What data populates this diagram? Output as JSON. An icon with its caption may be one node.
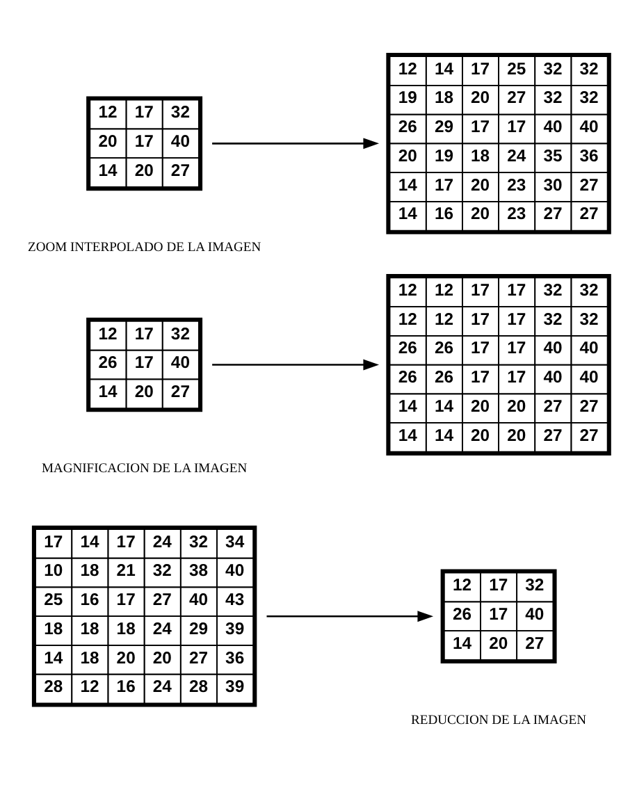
{
  "diagram": {
    "nodes": [
      {
        "text": [
          "17",
          "14",
          "17",
          "24",
          "32",
          "34",
          "10",
          "18",
          "21",
          "32",
          "38",
          "40",
          "25",
          "16",
          "17",
          "27",
          "40",
          "43",
          "18",
          "18",
          "18",
          "24",
          "29",
          "39",
          "14",
          "18",
          "20",
          "20",
          "27",
          "36",
          "28",
          "12",
          "16",
          "24",
          "28",
          "39"
        ]
      },
      {
        "text": [
          "12",
          "17",
          "32",
          "26",
          "17",
          "40",
          "14",
          "20",
          "27"
        ]
      },
      {
        "text": [
          "12",
          "17",
          "32",
          "26",
          "17",
          "40",
          "14",
          "20",
          "27"
        ]
      },
      {
        "text": [
          "12",
          "12",
          "17",
          "17",
          "32",
          "32",
          "12",
          "12",
          "17",
          "17",
          "32",
          "32",
          "26",
          "26",
          "17",
          "17",
          "40",
          "40",
          "26",
          "26",
          "17",
          "17",
          "40",
          "40",
          "14",
          "14",
          "20",
          "20",
          "27",
          "27",
          "14",
          "14",
          "20",
          "20",
          "27",
          "27"
        ]
      },
      {
        "text": [
          "12",
          "17",
          "32",
          "20",
          "17",
          "40",
          "14",
          "20",
          "27"
        ]
      },
      {
        "text": [
          "12",
          "14",
          "17",
          "25",
          "32",
          "32",
          "19",
          "18",
          "20",
          "27",
          "32",
          "32",
          "26",
          "29",
          "17",
          "17",
          "40",
          "40",
          "20",
          "19",
          "18",
          "24",
          "35",
          "36",
          "14",
          "17",
          "20",
          "23",
          "30",
          "27",
          "14",
          "16",
          "20",
          "23",
          "27",
          "27"
        ]
      }
    ],
    "edges": [
      {
        "from": 0,
        "to": 1,
        "arrow": "to"
      },
      {
        "from": 2,
        "to": 3,
        "arrow": "to"
      },
      {
        "from": 4,
        "to": 5,
        "arrow": "to"
      }
    ],
    "labels": [
      "REDUCCION DE LA IMAGEN",
      "MAGNIFICACION DE LA IMAGEN",
      "ZOOM INTERPOLADO DE LA IMAGEN"
    ]
  }
}
